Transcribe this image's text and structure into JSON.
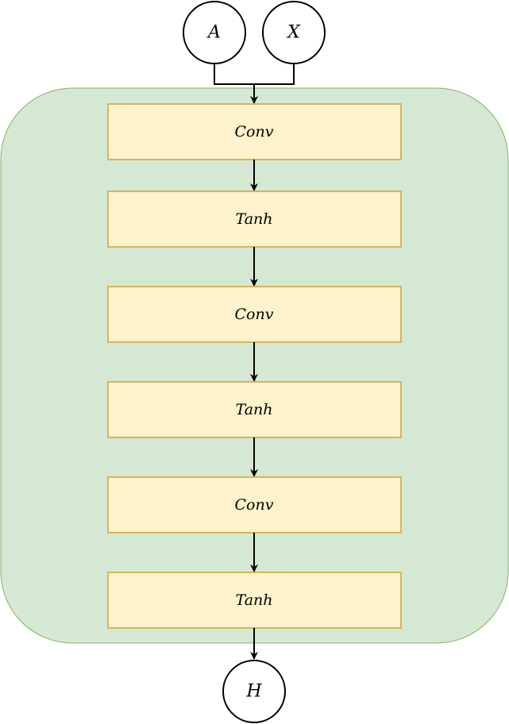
{
  "inputs": [
    {
      "label": "A"
    },
    {
      "label": "X"
    }
  ],
  "layers": [
    {
      "label": "Conv"
    },
    {
      "label": "Tanh"
    },
    {
      "label": "Conv"
    },
    {
      "label": "Tanh"
    },
    {
      "label": "Conv"
    },
    {
      "label": "Tanh"
    }
  ],
  "output": {
    "label": "H"
  },
  "colors": {
    "block_fill": "#d5e8d4",
    "block_stroke": "#82b366",
    "layer_fill": "#fff2cc",
    "layer_stroke": "#d6b656",
    "line": "#000000"
  }
}
